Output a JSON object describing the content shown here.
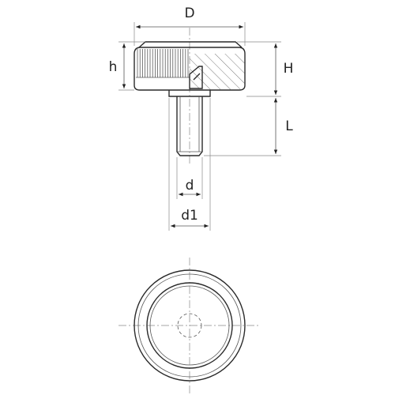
{
  "dimensions": {
    "D": "D",
    "h": "h",
    "H": "H",
    "L": "L",
    "d": "d",
    "d1": "d1"
  },
  "colors": {
    "line": "#2a2a2a",
    "background": "#ffffff"
  }
}
